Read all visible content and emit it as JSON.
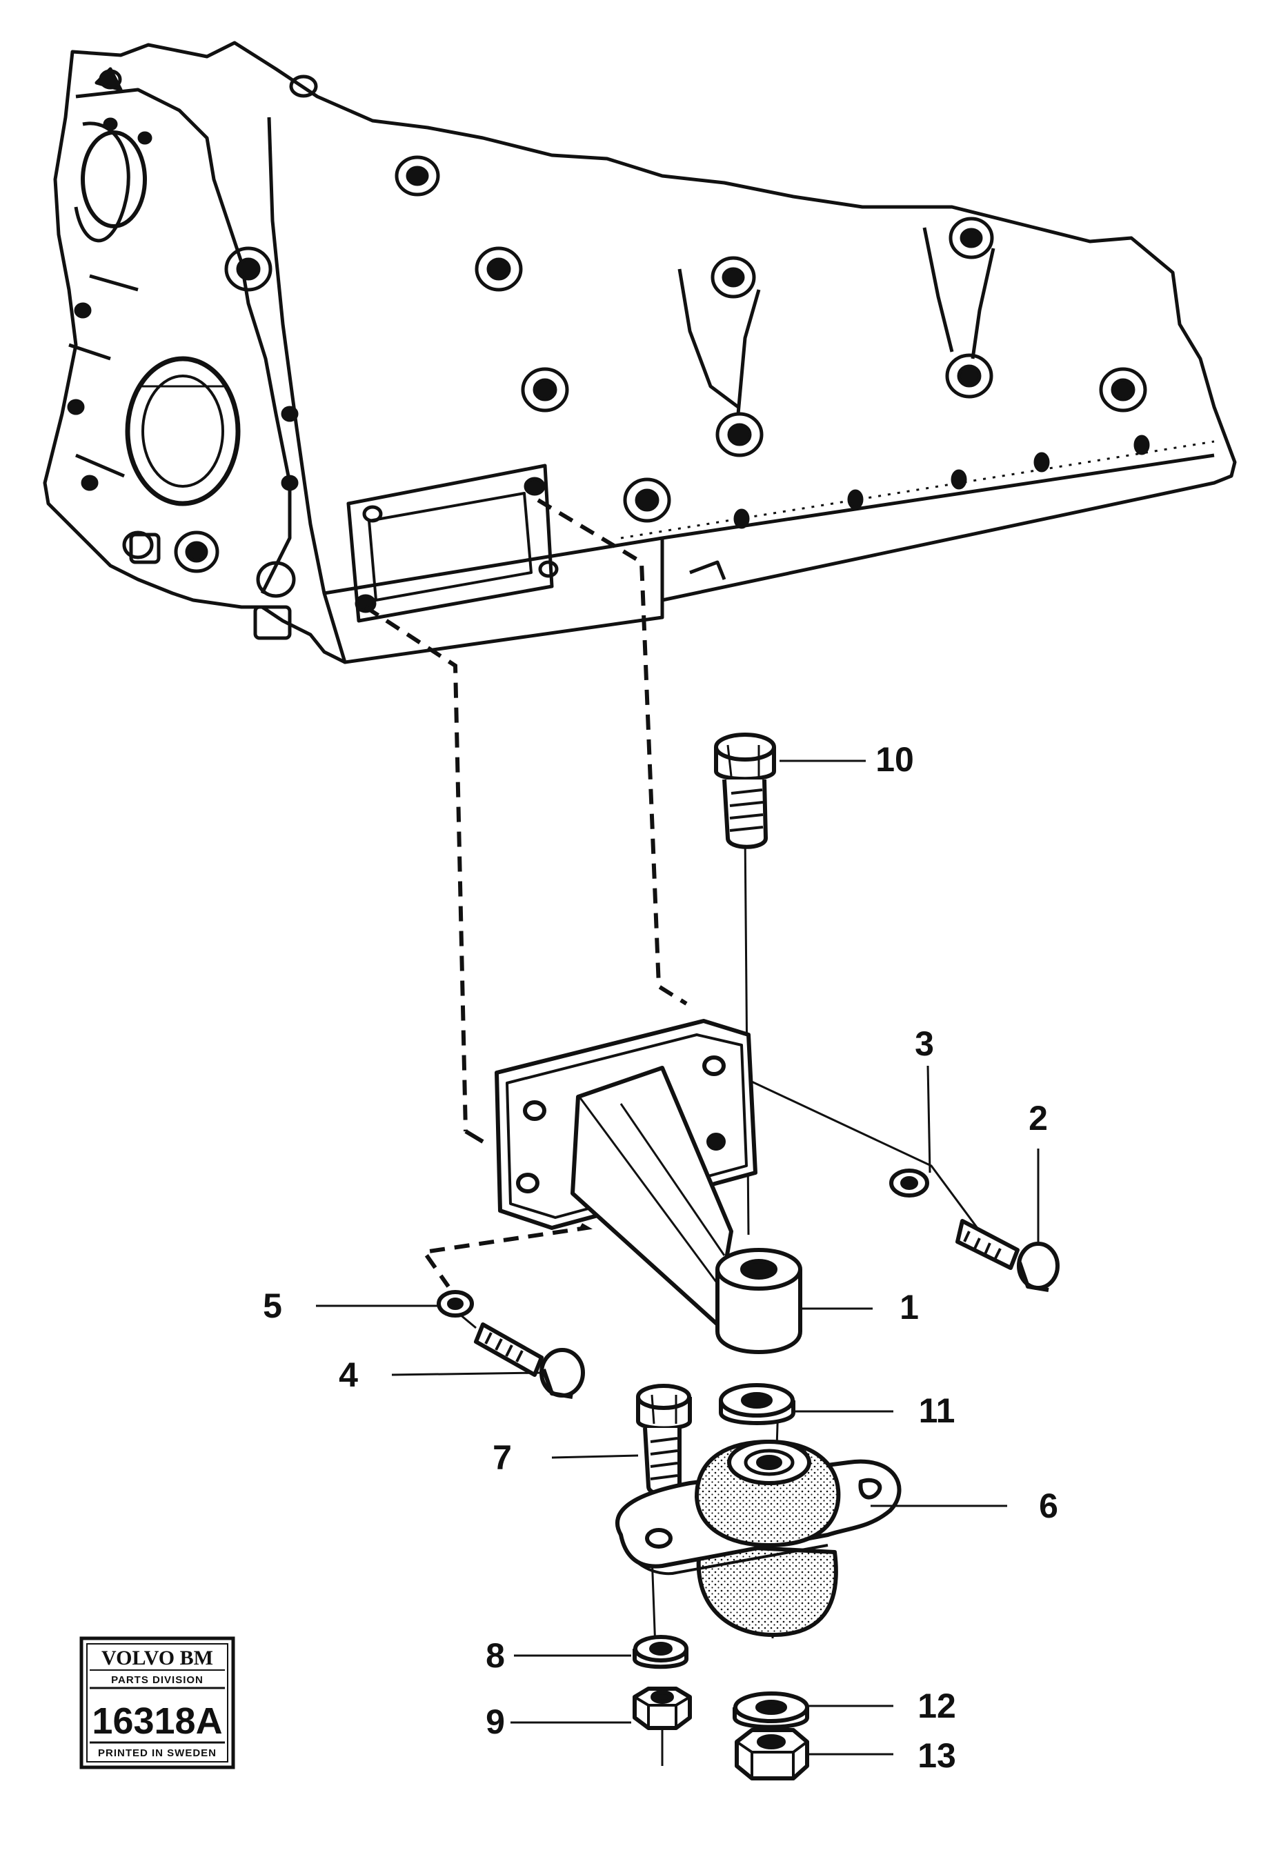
{
  "callouts": {
    "c1": "1",
    "c2": "2",
    "c3": "3",
    "c4": "4",
    "c5": "5",
    "c6": "6",
    "c7": "7",
    "c8": "8",
    "c9": "9",
    "c10": "10",
    "c11": "11",
    "c12": "12",
    "c13": "13"
  },
  "stamp": {
    "brand": "VOLVO BM",
    "division": "PARTS DIVISION",
    "number": "16318A",
    "footer": "PRINTED IN SWEDEN"
  },
  "colors": {
    "ink": "#111111",
    "paper": "#ffffff",
    "rubber_fill": "#d9d9d9"
  }
}
